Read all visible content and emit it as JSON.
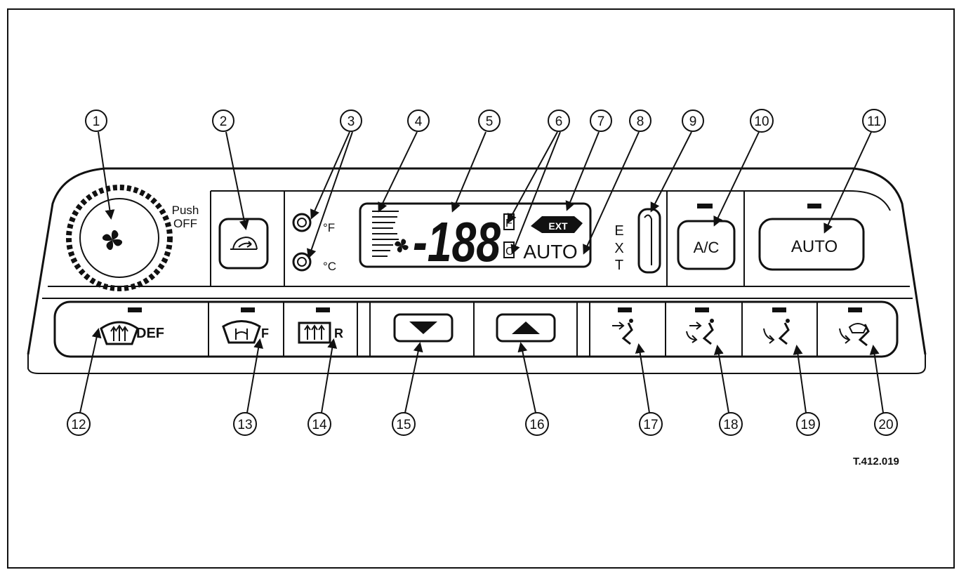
{
  "panel": {
    "push_label": "Push",
    "off_label": "OFF",
    "display_digits": "-188",
    "unit_f": "F",
    "unit_c": "C",
    "sensor_unit_f": "°F",
    "sensor_unit_c": "°C",
    "ext_badge": "EXT",
    "display_auto": "AUTO",
    "ext_vertical": [
      "E",
      "X",
      "T"
    ],
    "ac_label": "A/C",
    "auto_label": "AUTO",
    "def_label": "DEF",
    "front_label": "F",
    "rear_label": "R"
  },
  "callouts": [
    "1",
    "2",
    "3",
    "4",
    "5",
    "6",
    "7",
    "8",
    "9",
    "10",
    "11",
    "12",
    "13",
    "14",
    "15",
    "16",
    "17",
    "18",
    "19",
    "20"
  ],
  "figure_code": "T.412.019",
  "icons": [
    "fan-icon",
    "recirculation-icon",
    "indicator-lamp-icon",
    "fan-bar-icon",
    "defrost-icon",
    "front-demist-icon",
    "rear-demist-icon",
    "arrow-down-icon",
    "arrow-up-icon",
    "face-vent-icon",
    "bilevel-vent-icon",
    "foot-vent-icon",
    "foot-defrost-icon"
  ],
  "colors": {
    "ink": "#111111",
    "paper": "#ffffff"
  }
}
